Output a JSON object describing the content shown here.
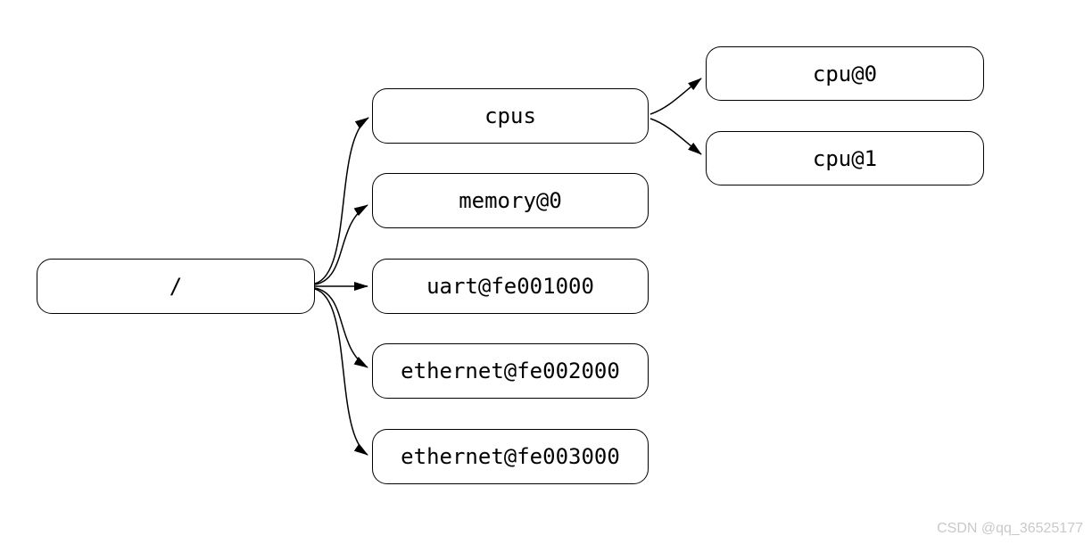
{
  "diagram": {
    "kind": "device-tree",
    "nodes": [
      {
        "id": "root",
        "label": "/"
      },
      {
        "id": "cpus",
        "label": "cpus"
      },
      {
        "id": "memory-0",
        "label": "memory@0"
      },
      {
        "id": "uart-fe001000",
        "label": "uart@fe001000"
      },
      {
        "id": "ethernet-fe002000",
        "label": "ethernet@fe002000"
      },
      {
        "id": "ethernet-fe003000",
        "label": "ethernet@fe003000"
      },
      {
        "id": "cpu-0",
        "label": "cpu@0"
      },
      {
        "id": "cpu-1",
        "label": "cpu@1"
      }
    ],
    "edges": [
      {
        "from": "/",
        "to": "cpus"
      },
      {
        "from": "/",
        "to": "memory@0"
      },
      {
        "from": "/",
        "to": "uart@fe001000"
      },
      {
        "from": "/",
        "to": "ethernet@fe002000"
      },
      {
        "from": "/",
        "to": "ethernet@fe003000"
      },
      {
        "from": "cpus",
        "to": "cpu@0"
      },
      {
        "from": "cpus",
        "to": "cpu@1"
      }
    ],
    "colors": {
      "node_fill": "#ffffff",
      "node_border": "#000000",
      "edge": "#000000",
      "text": "#000000"
    }
  },
  "watermark": {
    "text": "CSDN @qq_36525177",
    "color": "#c9c9c9"
  }
}
